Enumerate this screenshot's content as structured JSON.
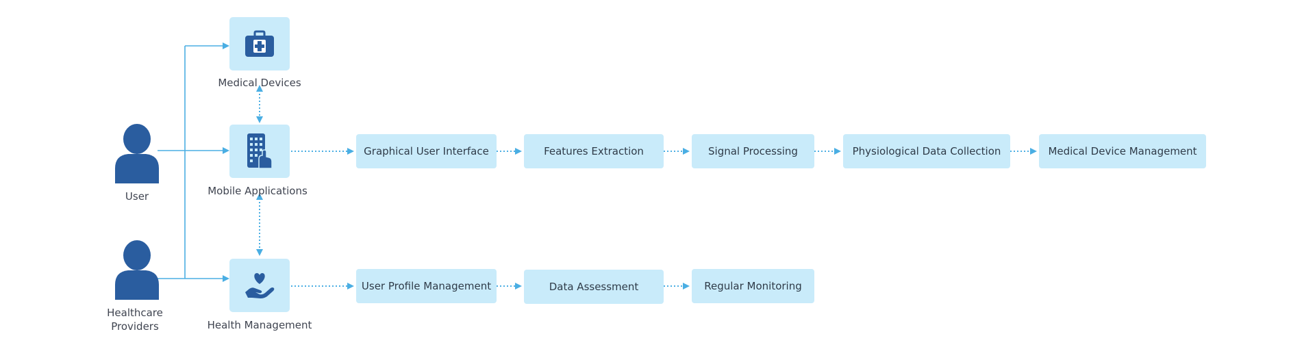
{
  "colors": {
    "accent": "#2a5d9f",
    "box_fill": "#c9ebfa",
    "arrow": "#4aaee3",
    "text": "#3f4450"
  },
  "actors": {
    "user": {
      "label": "User",
      "icon": "person-icon"
    },
    "providers": {
      "label_line1": "Healthcare",
      "label_line2": "Providers",
      "icon": "person-icon"
    }
  },
  "hubs": {
    "medical_devices": {
      "label": "Medical Devices",
      "icon": "medical-kit-icon"
    },
    "mobile_apps": {
      "label": "Mobile Applications",
      "icon": "mobile-phone-icon"
    },
    "health_mgmt": {
      "label": "Health Management",
      "icon": "hand-heart-icon"
    }
  },
  "row1": [
    {
      "label": "Graphical User Interface"
    },
    {
      "label": "Features Extraction"
    },
    {
      "label": "Signal Processing"
    },
    {
      "label": "Physiological Data Collection"
    },
    {
      "label": "Medical Device Management"
    }
  ],
  "row2": [
    {
      "label": "User Profile Management"
    },
    {
      "label": "Data Assessment"
    },
    {
      "label": "Regular Monitoring"
    }
  ]
}
